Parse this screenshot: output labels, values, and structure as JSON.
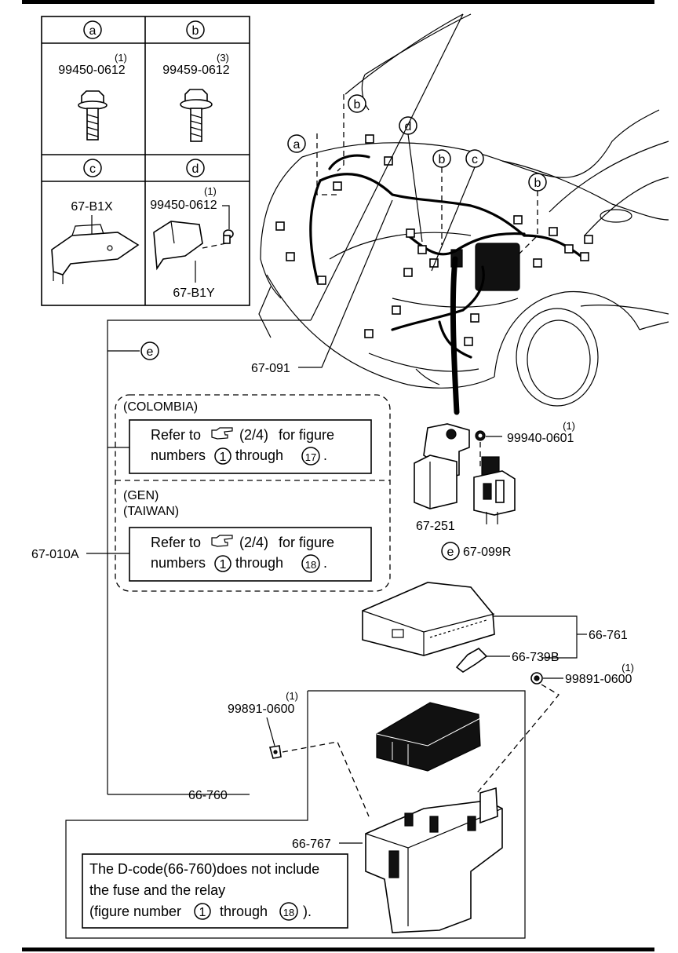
{
  "key_table": {
    "cells": [
      {
        "letter": "a",
        "part": "99450-0612",
        "qty": "(1)"
      },
      {
        "letter": "b",
        "part": "99459-0612",
        "qty": "(3)"
      },
      {
        "letter": "c",
        "part": "67-B1X"
      },
      {
        "letter": "d",
        "part": "99450-0612",
        "qty": "(1)",
        "part2": "67-B1Y"
      }
    ]
  },
  "callouts": {
    "a": "a",
    "b": "b",
    "c": "c",
    "d": "d",
    "e": "e"
  },
  "colombia": {
    "title": "(COLOMBIA)",
    "line1_pre": "Refer to",
    "line1_ref": "(2/4)",
    "line1_post": "for figure",
    "line2_pre": "numbers",
    "line2_from": "1",
    "line2_mid": "through",
    "line2_to": "17",
    "line2_end": "."
  },
  "gen": {
    "title1": "(GEN)",
    "title2": "(TAIWAN)",
    "line1_pre": "Refer to",
    "line1_ref": "(2/4)",
    "line1_post": "for figure",
    "line2_pre": "numbers",
    "line2_from": "1",
    "line2_mid": "through",
    "line2_to": "18",
    "line2_end": "."
  },
  "parts": {
    "p67_091": "67-091",
    "p67_010A": "67-010A",
    "p99940": "99940-0601",
    "p99940_qty": "(1)",
    "p67_251": "67-251",
    "p67_099R": "67-099R",
    "p66_761": "66-761",
    "p66_739B": "66-739B",
    "p99891_right": "99891-0600",
    "p99891_right_qty": "(1)",
    "p99891_left": "99891-0600",
    "p99891_left_qty": "(1)",
    "p66_760": "66-760",
    "p66_767": "66-767"
  },
  "note": {
    "line1": "The D-code(66-760)does not include",
    "line2": "the fuse and the relay",
    "line3_pre": "(figure number",
    "line3_from": "1",
    "line3_mid": "through",
    "line3_to": "18",
    "line3_end": ")."
  }
}
